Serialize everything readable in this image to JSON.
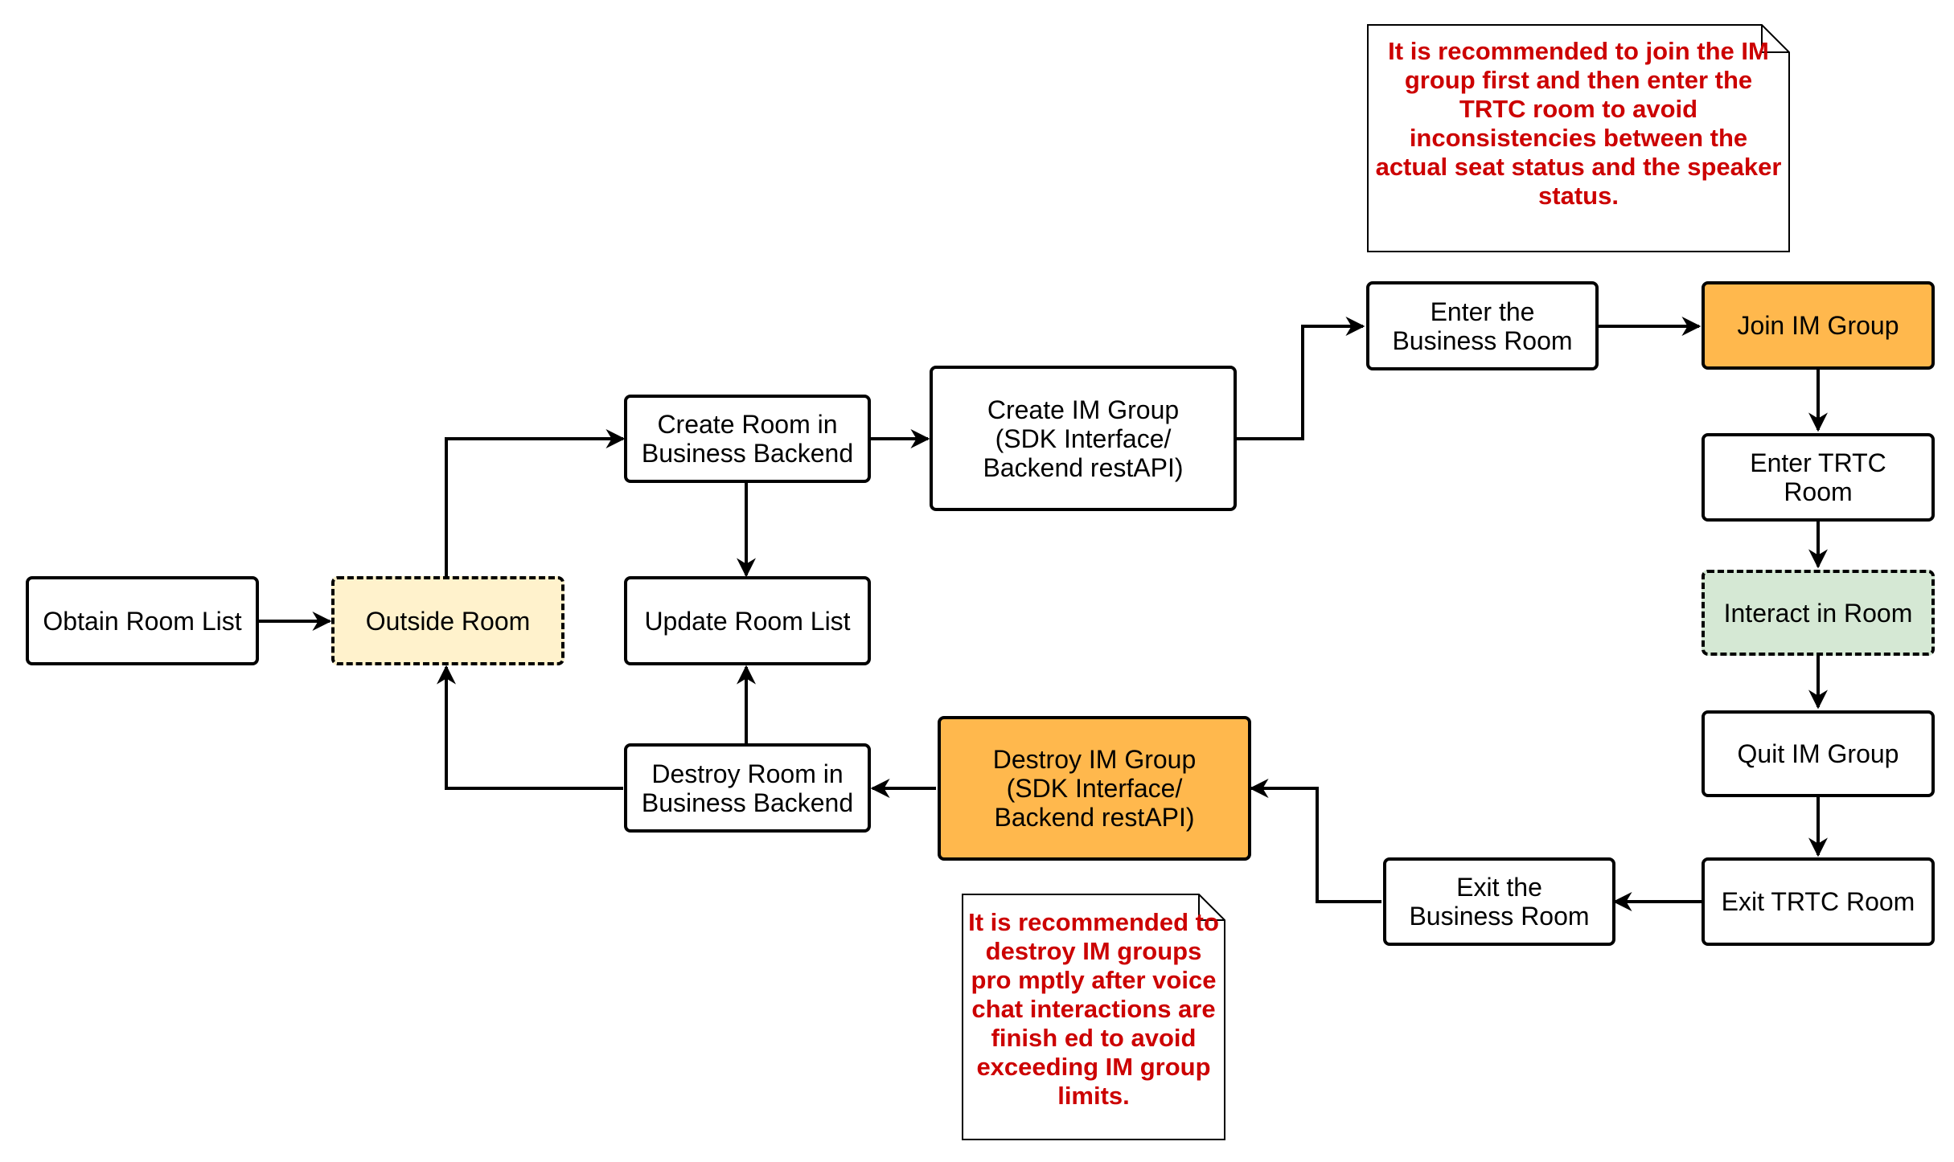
{
  "colors": {
    "stroke": "#000000",
    "outside_room_fill": "#fff2cc",
    "highlight_fill": "#ffb84d",
    "interact_fill": "#d5e8d4",
    "note_text": "#cc0000"
  },
  "nodes": {
    "obtain_room_list": "Obtain Room List",
    "outside_room": "Outside Room",
    "create_room_backend": "Create Room in\nBusiness Backend",
    "update_room_list": "Update Room List",
    "destroy_room_backend": "Destroy Room in\nBusiness Backend",
    "create_im_group": "Create IM Group\n(SDK Interface/\nBackend restAPI)",
    "destroy_im_group": "Destroy IM Group\n(SDK Interface/\nBackend restAPI)",
    "enter_business_room": "Enter the\nBusiness Room",
    "join_im_group": "Join IM Group",
    "enter_trtc_room": "Enter TRTC\nRoom",
    "interact_in_room": "Interact in Room",
    "quit_im_group": "Quit IM Group",
    "exit_trtc_room": "Exit TRTC Room",
    "exit_business_room": "Exit the\nBusiness Room"
  },
  "notes": {
    "join_order": "It is recommended to join the IM group first and then enter the TRTC room to avoid inconsistencies between the actual seat status and the speaker status.",
    "destroy_promptly": "It is recommended to destroy IM groups pro mptly after voice chat interactions are finish ed to avoid exceeding IM group limits."
  }
}
